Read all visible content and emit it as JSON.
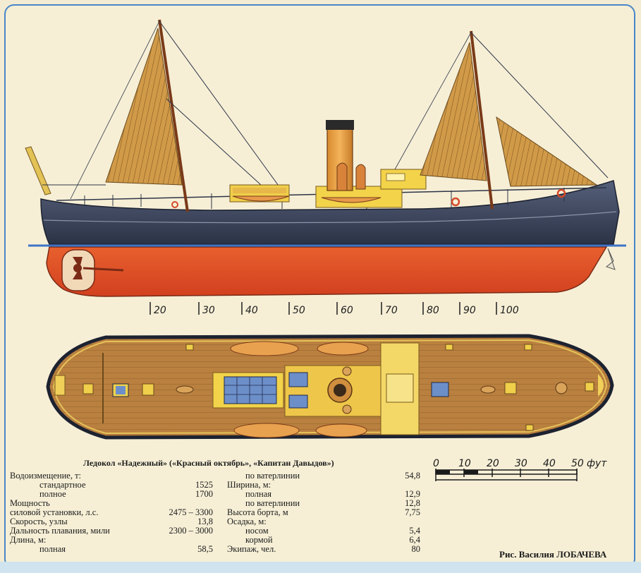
{
  "caption": "Ледокол «Надежный» («Красный октябрь», «Капитан Давыдов»)",
  "frame_ticks": [
    "20",
    "30",
    "40",
    "50",
    "60",
    "70",
    "80",
    "90",
    "100"
  ],
  "scale": {
    "ticks": [
      "0",
      "10",
      "20",
      "30",
      "40",
      "50"
    ],
    "unit": "фут"
  },
  "specs_left": [
    {
      "label": "Водоизмещение, т:",
      "value": "",
      "indent": false
    },
    {
      "label": "стандартное",
      "value": "1525",
      "indent": true
    },
    {
      "label": "полное",
      "value": "1700",
      "indent": true
    },
    {
      "label": "Мощность",
      "value": "",
      "indent": false
    },
    {
      "label": "силовой установки, л.с.",
      "value": "2475 – 3300",
      "indent": false
    },
    {
      "label": "Скорость, узлы",
      "value": "13,8",
      "indent": false
    },
    {
      "label": "Дальность плавания, мили",
      "value": "2300 – 3000",
      "indent": false
    },
    {
      "label": "Длина, м:",
      "value": "",
      "indent": false
    },
    {
      "label": "полная",
      "value": "58,5",
      "indent": true
    }
  ],
  "specs_right": [
    {
      "label": "по ватерлинии",
      "value": "54,8",
      "indent": true
    },
    {
      "label": "Ширина, м:",
      "value": "",
      "indent": false
    },
    {
      "label": "полная",
      "value": "12,9",
      "indent": true
    },
    {
      "label": "по ватерлинии",
      "value": "12,8",
      "indent": true
    },
    {
      "label": "Высота борта, м",
      "value": "7,75",
      "indent": false
    },
    {
      "label": "Осадка, м:",
      "value": "",
      "indent": false
    },
    {
      "label": "носом",
      "value": "5,4",
      "indent": true
    },
    {
      "label": "кормой",
      "value": "6,4",
      "indent": true
    },
    {
      "label": "Экипаж, чел.",
      "value": "80",
      "indent": false
    }
  ],
  "credit": "Рис. Василия ЛОБАЧЕВА",
  "colors": {
    "hull": "#3a4256",
    "underwater": "#e0512a",
    "sail": "#c8903a",
    "deck": "#b77b3e",
    "funnel": "#e8a040",
    "superstructure": "#f2d34a",
    "waterline": "#3e74c8"
  }
}
